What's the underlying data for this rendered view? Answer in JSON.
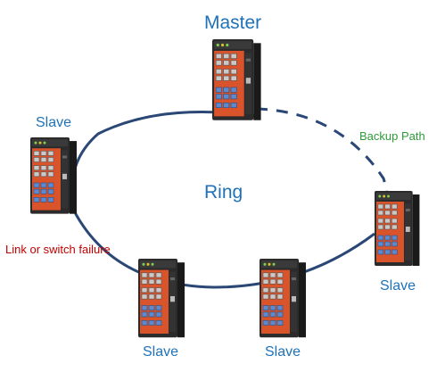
{
  "labels": {
    "master": "Master",
    "ring": "Ring",
    "slave": "Slave",
    "backup_path": "Backup Path",
    "failure": "Link or switch failure"
  },
  "colors": {
    "label_blue": "#1f72b8",
    "backup_green": "#2e9a3a",
    "failure_red": "#c00000",
    "ring_line": "#1f3f6e",
    "switch_body": "#2a2a2a",
    "switch_accent": "#e0502a",
    "port_blue": "#3d6fb5"
  },
  "switch_icon": "industrial-ethernet-switch-icon"
}
